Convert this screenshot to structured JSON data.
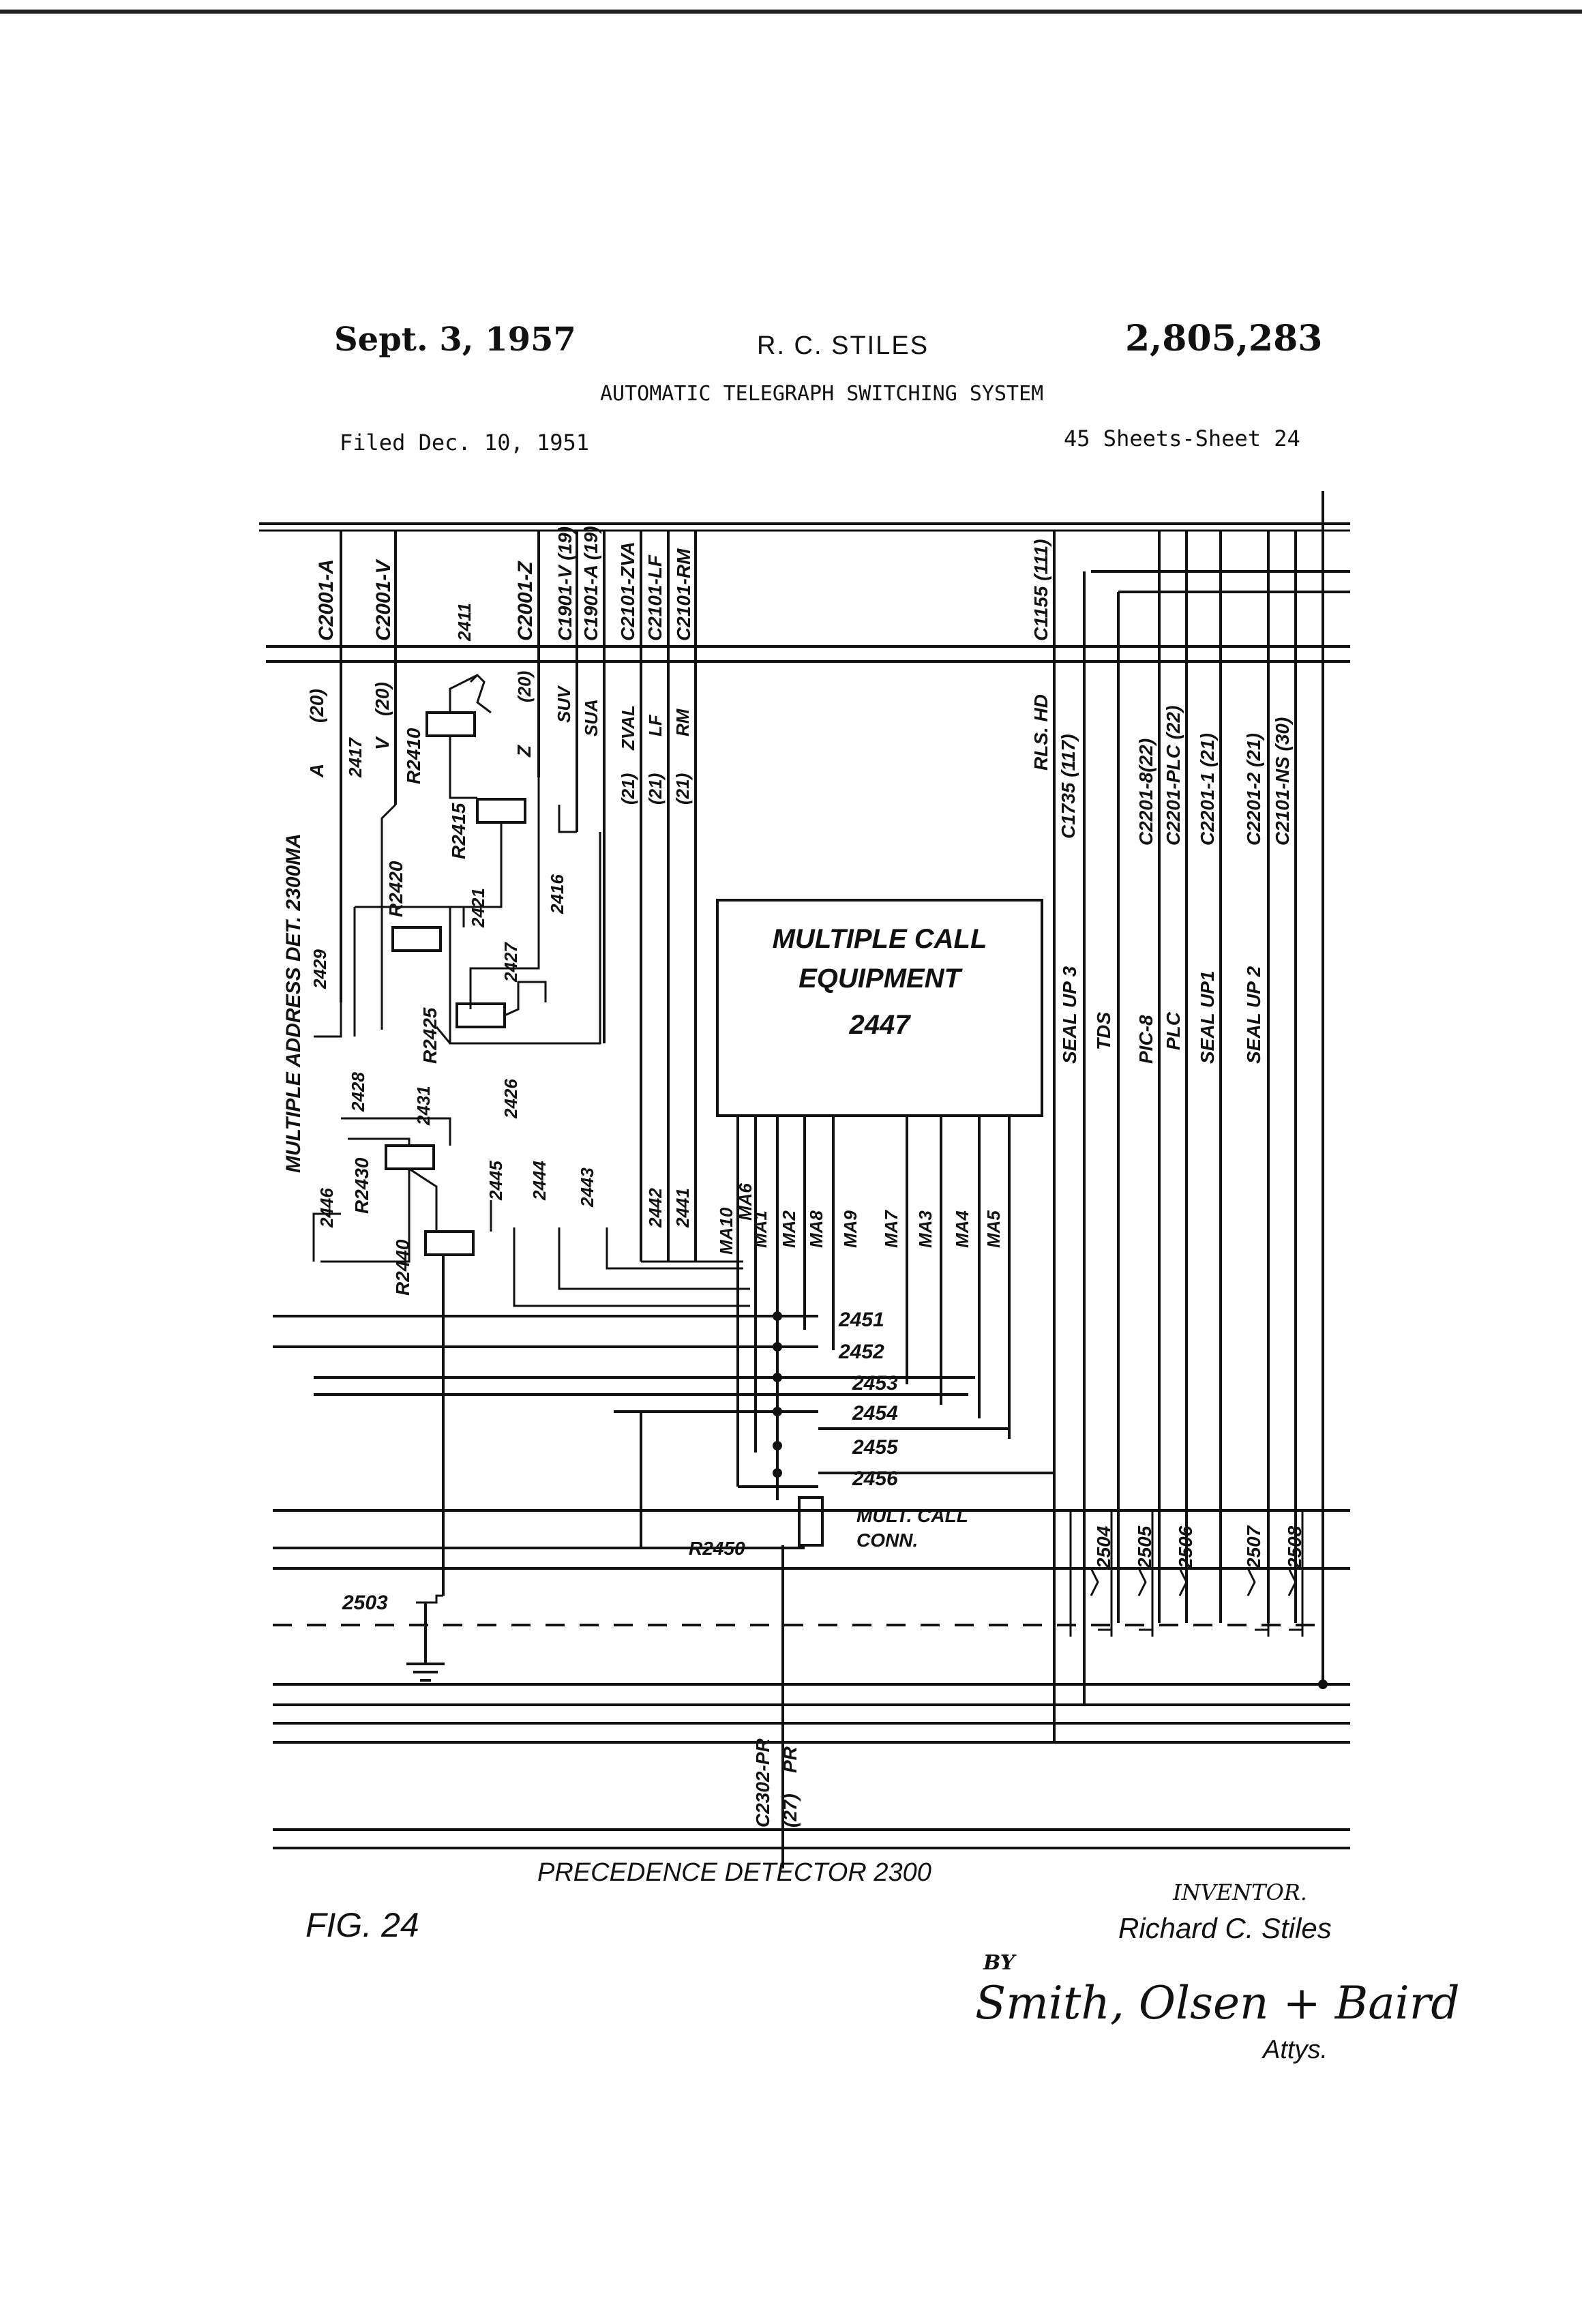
{
  "header": {
    "date": "Sept. 3, 1957",
    "inventor": "R. C. STILES",
    "patent_number": "2,805,283",
    "title": "AUTOMATIC TELEGRAPH SWITCHING SYSTEM",
    "filed": "Filed Dec. 10, 1951",
    "sheets": "45 Sheets-Sheet 24"
  },
  "schematic": {
    "left_vertical_label": "MULTIPLE ADDRESS DET. 2300MA",
    "box": {
      "line1": "MULTIPLE CALL",
      "line2": "EQUIPMENT",
      "line3": "2447"
    },
    "top_cable_labels": [
      "C2001-A",
      "C2001-V",
      "C2001-Z",
      "C1901-V (19)",
      "C1901-A (19)",
      "C2101-ZVA",
      "C2101-LF",
      "C2101-RM",
      "C1155 (111)"
    ],
    "lead_labels": [
      "A",
      "(20)",
      "V",
      "(20)",
      "Z",
      "SUV",
      "SUA",
      "ZVAL",
      "LF",
      "RM",
      "(21)",
      "(21)",
      "(21)",
      "(20)"
    ],
    "relay_labels": [
      "R2410",
      "R2415",
      "R2420",
      "R2425",
      "R2430",
      "R2440",
      "R2450"
    ],
    "contact_labels": [
      "2411",
      "2416",
      "2417",
      "2421",
      "2426",
      "2427",
      "2428",
      "2429",
      "2431",
      "2441",
      "2442",
      "2443",
      "2444",
      "2445",
      "2446"
    ],
    "ma_labels": [
      "MA10",
      "MA6",
      "MA1",
      "MA2",
      "MA8",
      "MA9",
      "MA7",
      "MA3",
      "MA4",
      "MA5"
    ],
    "contact_bank_labels": [
      "2451",
      "2452",
      "2453",
      "2454",
      "2455",
      "2456"
    ],
    "right_labels_upper": [
      "RLS. HD",
      "C1735 (117)",
      "C2201-8(22)",
      "C2201-PLC (22)",
      "C2201-1 (21)",
      "C2201-2 (21)",
      "C2101-NS (30)"
    ],
    "right_labels_lower": [
      "SEAL UP 3",
      "TDS",
      "PIC-8",
      "PLC",
      "SEAL UP1",
      "SEAL UP 2"
    ],
    "switch_labels": [
      "2504",
      "2505",
      "2506",
      "2507",
      "2508"
    ],
    "mult_call_conn": {
      "line1": "MULT. CALL",
      "line2": "CONN."
    },
    "ground_label": "2503",
    "bottom_labels": [
      "C2302-PR",
      "(27)",
      "PR"
    ],
    "caption": "PRECEDENCE DETECTOR 2300",
    "figure": "FIG. 24"
  },
  "signature": {
    "inventor_heading": "INVENTOR.",
    "inventor_name": "Richard C. Stiles",
    "by": "BY",
    "attorneys": "Smith, Olsen + Baird",
    "attys": "Attys."
  }
}
